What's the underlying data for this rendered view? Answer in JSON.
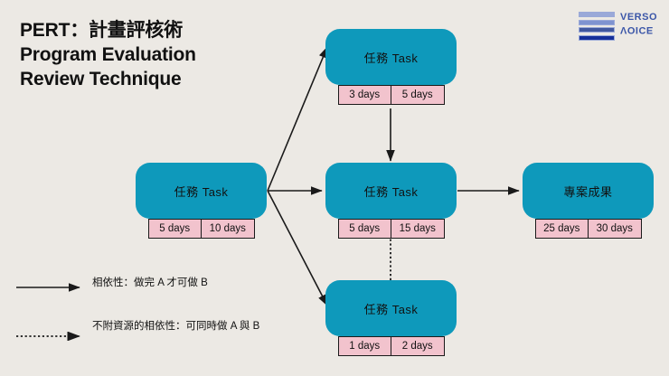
{
  "slide": {
    "background_color": "#ece9e4",
    "title_lines": [
      "PERT：計畫評核術",
      "Program Evaluation",
      "Review Technique"
    ]
  },
  "logo": {
    "word_top": "VERSO",
    "word_bottom": "VOICE",
    "bar_colors": [
      "#9aa9d8",
      "#7f93d0",
      "#41589f",
      "#16309a"
    ],
    "text_color": "#3b56a8"
  },
  "theme": {
    "node_fill": "#0e99bb",
    "day_fill": "#f2c3cd",
    "line_color": "#1a1a1a"
  },
  "nodes": [
    {
      "id": "left",
      "label": "任務 Task",
      "day_left": "5 days",
      "day_right": "10 days"
    },
    {
      "id": "top",
      "label": "任務 Task",
      "day_left": "3 days",
      "day_right": "5 days"
    },
    {
      "id": "middle",
      "label": "任務 Task",
      "day_left": "5 days",
      "day_right": "15 days"
    },
    {
      "id": "bottom",
      "label": "任務 Task",
      "day_left": "1 days",
      "day_right": "2 days"
    },
    {
      "id": "result",
      "label": "專案成果",
      "day_left": "25 days",
      "day_right": "30 days"
    }
  ],
  "legend": {
    "items": [
      {
        "style": "solid-arrow",
        "text": "相依性：做完 A 才可做 B"
      },
      {
        "style": "dotted-arrow",
        "text": "不附資源的相依性：可同時做 A 與 B"
      }
    ]
  },
  "connections": [
    {
      "from": "left",
      "to": "top",
      "style": "solid"
    },
    {
      "from": "left",
      "to": "middle",
      "style": "solid"
    },
    {
      "from": "left",
      "to": "bottom",
      "style": "solid"
    },
    {
      "from": "top",
      "to": "middle",
      "style": "solid"
    },
    {
      "from": "bottom",
      "to": "middle",
      "style": "dotted"
    },
    {
      "from": "middle",
      "to": "result",
      "style": "solid"
    }
  ]
}
